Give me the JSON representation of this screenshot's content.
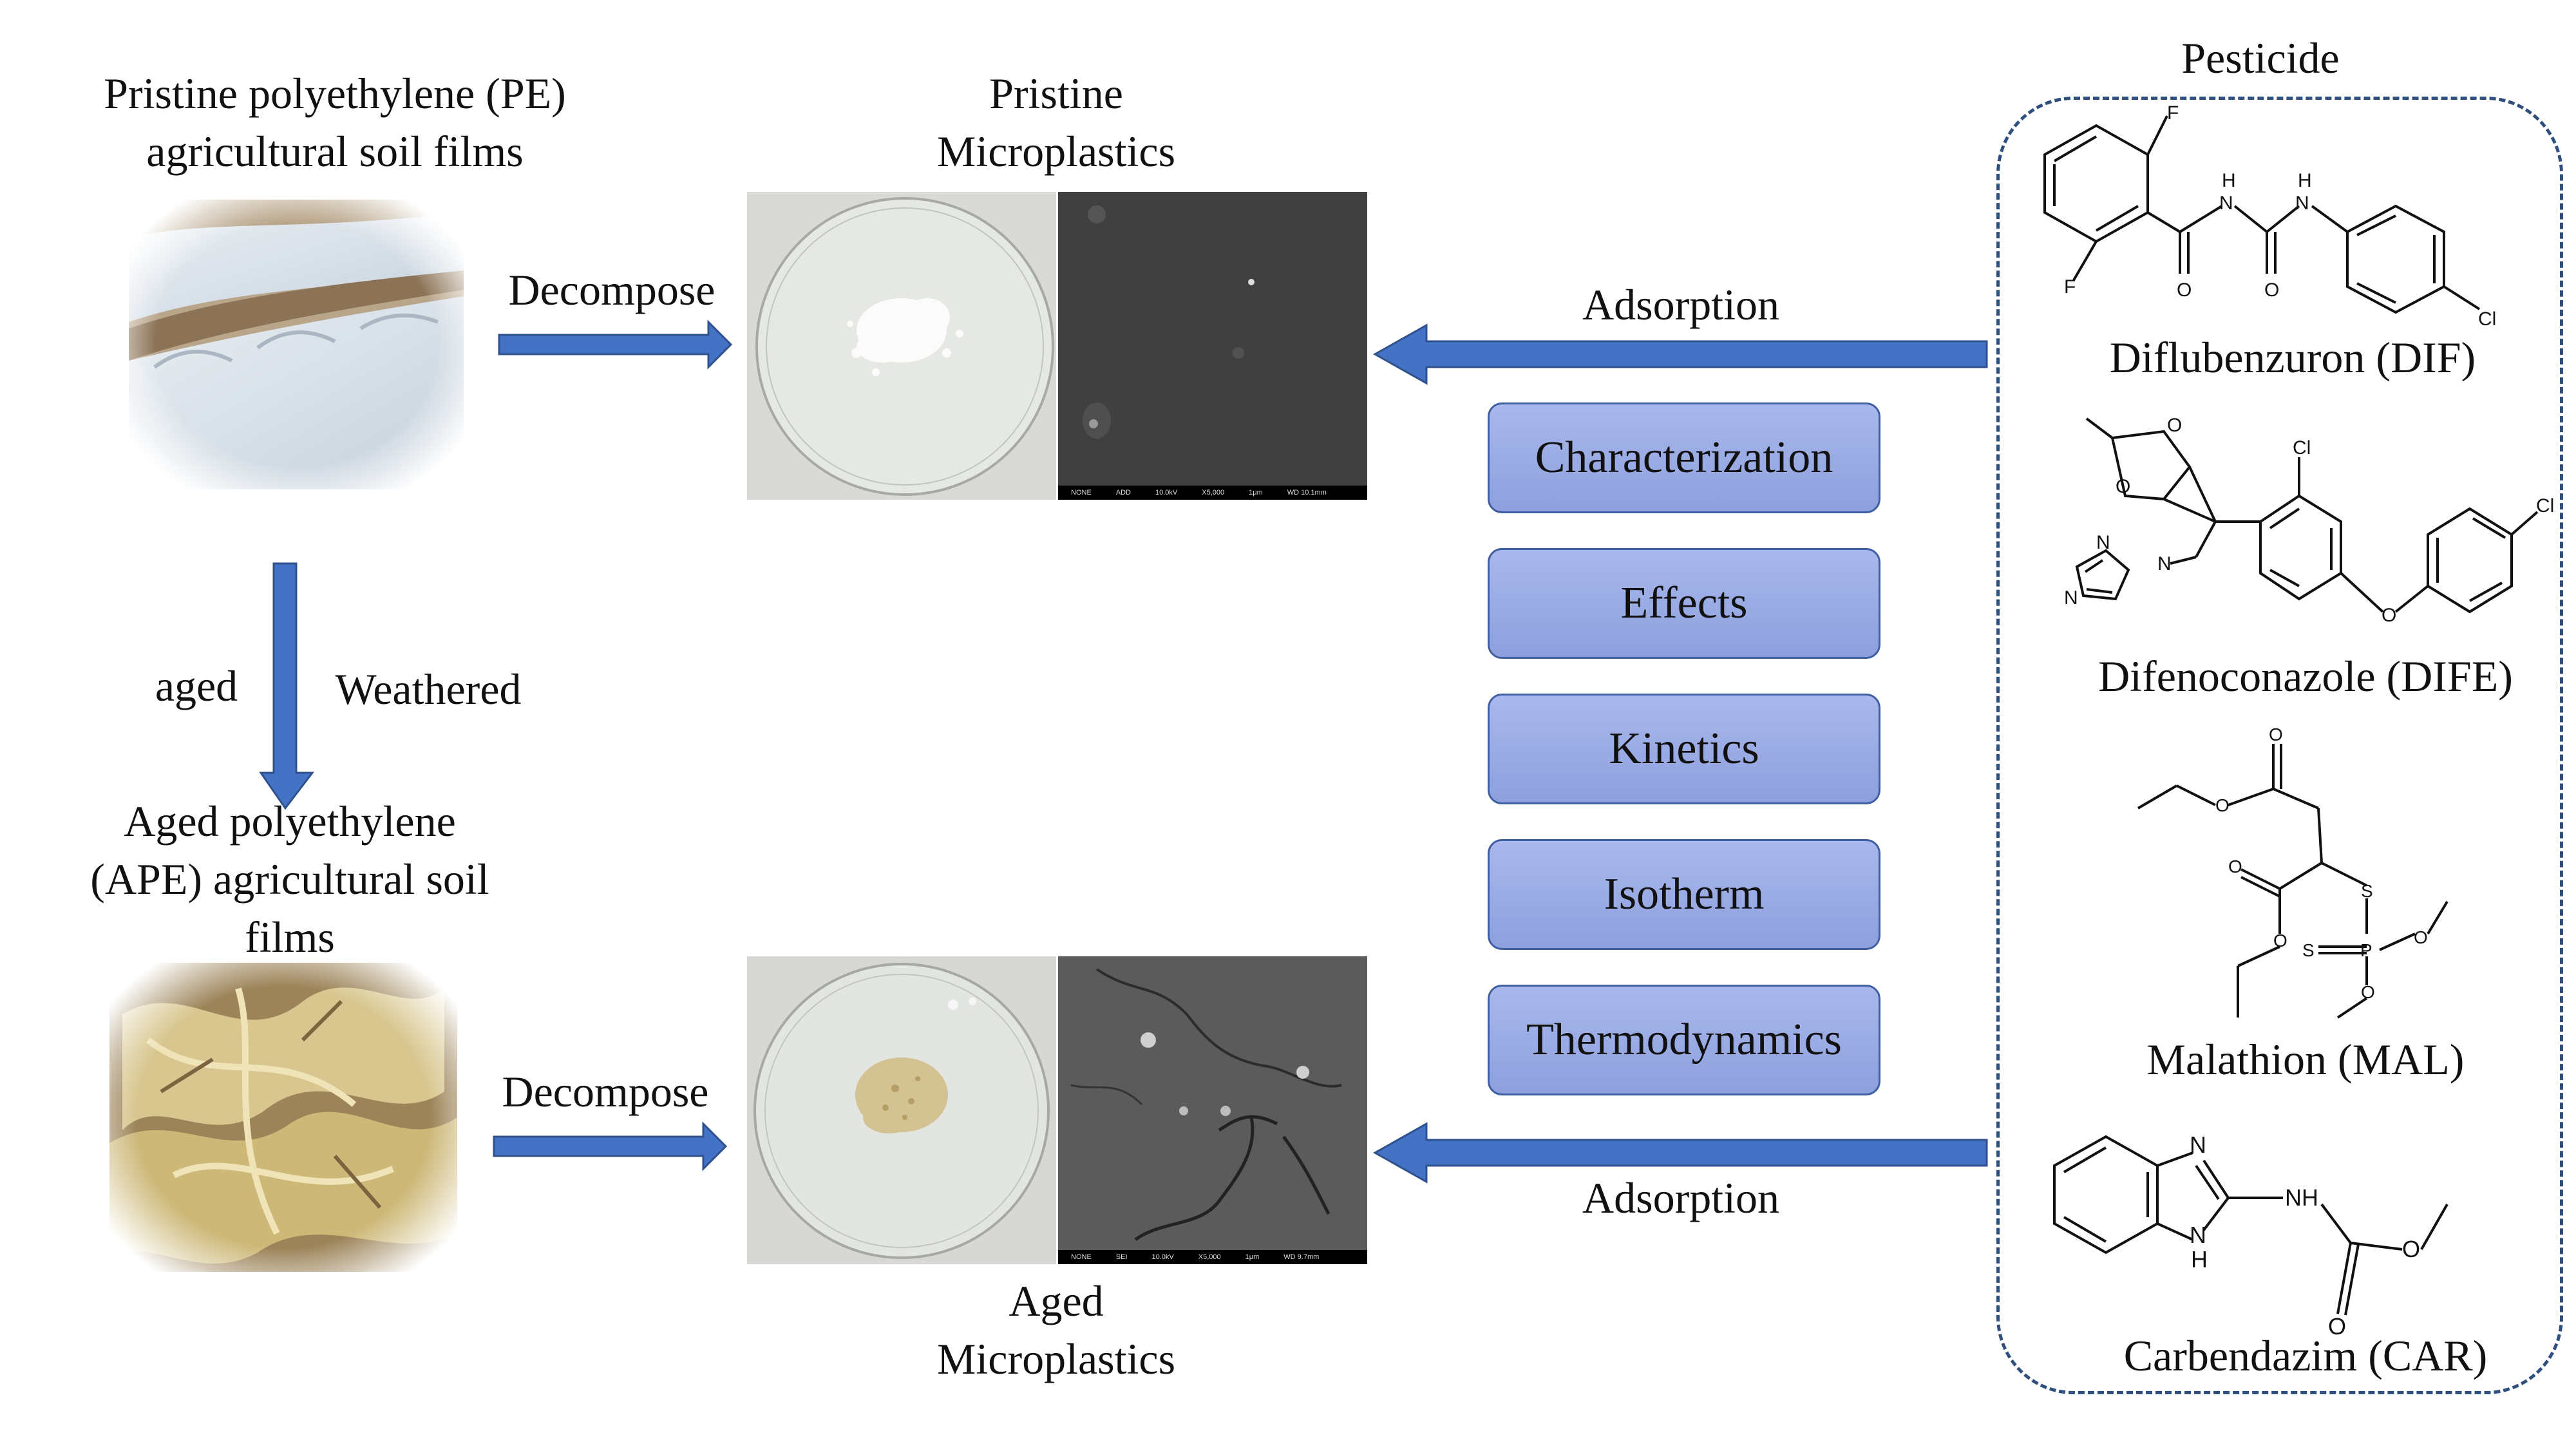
{
  "labels": {
    "pristine_film": [
      "Pristine polyethylene (PE)",
      "agricultural soil films"
    ],
    "pristine_mp": [
      "Pristine",
      "Microplastics"
    ],
    "decompose_top": "Decompose",
    "decompose_bottom": "Decompose",
    "aged": "aged",
    "weathered": "Weathered",
    "aged_film": [
      "Aged polyethylene",
      "(APE) agricultural soil",
      "films"
    ],
    "aged_mp": [
      "Aged",
      "Microplastics"
    ],
    "adsorption_top": "Adsorption",
    "adsorption_bottom": "Adsorption",
    "pesticide_title": "Pesticide"
  },
  "study_boxes": [
    "Characterization",
    "Effects",
    "Kinetics",
    "Isotherm",
    "Thermodynamics"
  ],
  "pesticides": [
    {
      "name": "Diflubenzuron (DIF)",
      "atoms": [
        "F",
        "F",
        "H",
        "N",
        "H",
        "N",
        "O",
        "O",
        "Cl"
      ]
    },
    {
      "name": "Difenoconazole (DIFE)",
      "atoms": [
        "O",
        "O",
        "Cl",
        "N",
        "N",
        "N",
        "O",
        "Cl"
      ]
    },
    {
      "name": "Malathion (MAL)",
      "atoms": [
        "O",
        "O",
        "O",
        "O",
        "S",
        "S",
        "P",
        "O",
        "O"
      ]
    },
    {
      "name": "Carbendazim (CAR)",
      "atoms": [
        "N",
        "NH",
        "N",
        "H",
        "O",
        "O"
      ]
    }
  ],
  "sem": {
    "pristine": [
      "NONE",
      "ADD",
      "10.0kV",
      "X5,000",
      "1μm",
      "WD 10.1mm"
    ],
    "aged": [
      "NONE",
      "SEI",
      "10.0kV",
      "X5,000",
      "1μm",
      "WD 9.7mm"
    ]
  },
  "colors": {
    "arrow": "#4472c4",
    "box_fill": "#9aacE6",
    "box_border": "#3f5fa3",
    "dashed_border": "#2f4f7f"
  }
}
